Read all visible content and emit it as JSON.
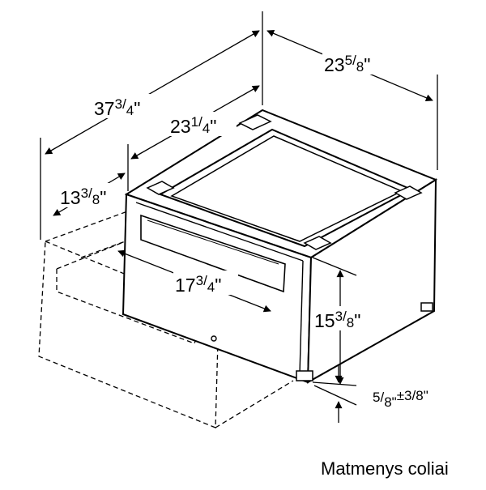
{
  "dimensions": {
    "depth_total": {
      "whole": "37",
      "num": "3",
      "den": "4",
      "unit": "\""
    },
    "width": {
      "whole": "23",
      "num": "5",
      "den": "8",
      "unit": "\""
    },
    "depth_pedestal": {
      "whole": "23",
      "num": "1",
      "den": "4",
      "unit": "\""
    },
    "drawer_extension": {
      "whole": "13",
      "num": "3",
      "den": "8",
      "unit": "\""
    },
    "drawer_width": {
      "whole": "17",
      "num": "3",
      "den": "4",
      "unit": "\""
    },
    "height": {
      "whole": "15",
      "num": "3",
      "den": "8",
      "unit": "\""
    },
    "foot_adjust": {
      "num": "5",
      "den": "8",
      "unit": "\"",
      "tol": "±3/8",
      "tol_unit": "\""
    }
  },
  "caption": "Matmenys coliai",
  "colors": {
    "line": "#000000",
    "background": "#ffffff"
  }
}
